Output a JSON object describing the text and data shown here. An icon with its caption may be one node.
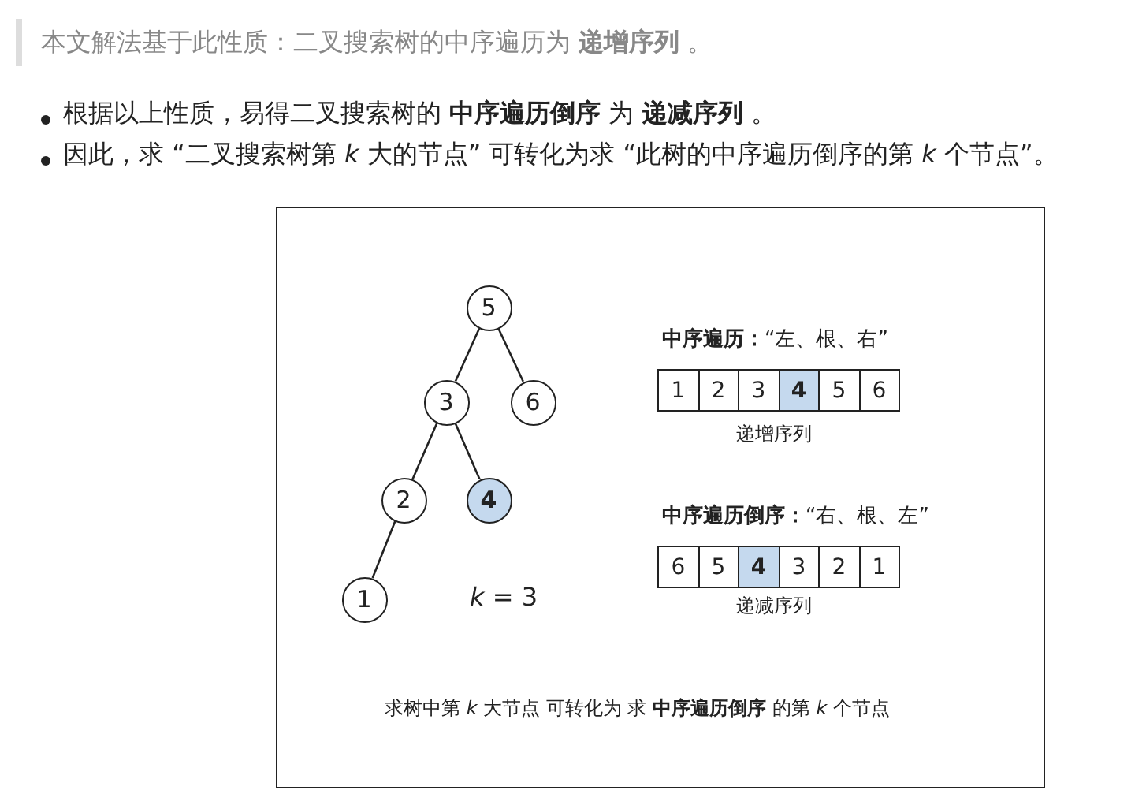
{
  "diagram": {
    "nodes": [
      {
        "text": [
          "5"
        ]
      },
      {
        "text": [
          "3"
        ]
      },
      {
        "text": [
          "6"
        ]
      },
      {
        "text": [
          "2"
        ]
      },
      {
        "text": [
          "4"
        ]
      },
      {
        "text": [
          "1"
        ]
      },
      {
        "text": [
          "1"
        ]
      },
      {
        "text": [
          "2"
        ]
      },
      {
        "text": [
          "3"
        ]
      },
      {
        "text": [
          "4"
        ]
      },
      {
        "text": [
          "5"
        ]
      },
      {
        "text": [
          "6"
        ]
      },
      {
        "text": [
          "6"
        ]
      },
      {
        "text": [
          "5"
        ]
      },
      {
        "text": [
          "4"
        ]
      },
      {
        "text": [
          "3"
        ]
      },
      {
        "text": [
          "2"
        ]
      },
      {
        "text": [
          "1"
        ]
      }
    ],
    "edges": [
      {
        "from": 0,
        "to": 1,
        "arrow": "none"
      },
      {
        "from": 0,
        "to": 2,
        "arrow": "none"
      },
      {
        "from": 1,
        "to": 3,
        "arrow": "none"
      },
      {
        "from": 1,
        "to": 4,
        "arrow": "none"
      },
      {
        "from": 3,
        "to": 5,
        "arrow": "none"
      }
    ],
    "labels": [
      "本文解法基于此性质：二叉搜索树的中序遍历为 **递增序列** 。",
      "根据以上性质，易得二叉搜索树的 **中序遍历倒序** 为 **递减序列** 。",
      "因此，求 “二叉搜索树第 *k* 大的节点” 可转化为求 “此树的中序遍历倒序的第 *k* 个节点”。",
      "**中序遍历：**“左、根、右”",
      "递增序列",
      "**中序遍历倒序：**“右、根、左”",
      "递减序列",
      "*k* = 3",
      "求树中第 *k* 大节点 可转化为 求 **中序遍历倒序** 的第 *k* 个节点"
    ]
  }
}
